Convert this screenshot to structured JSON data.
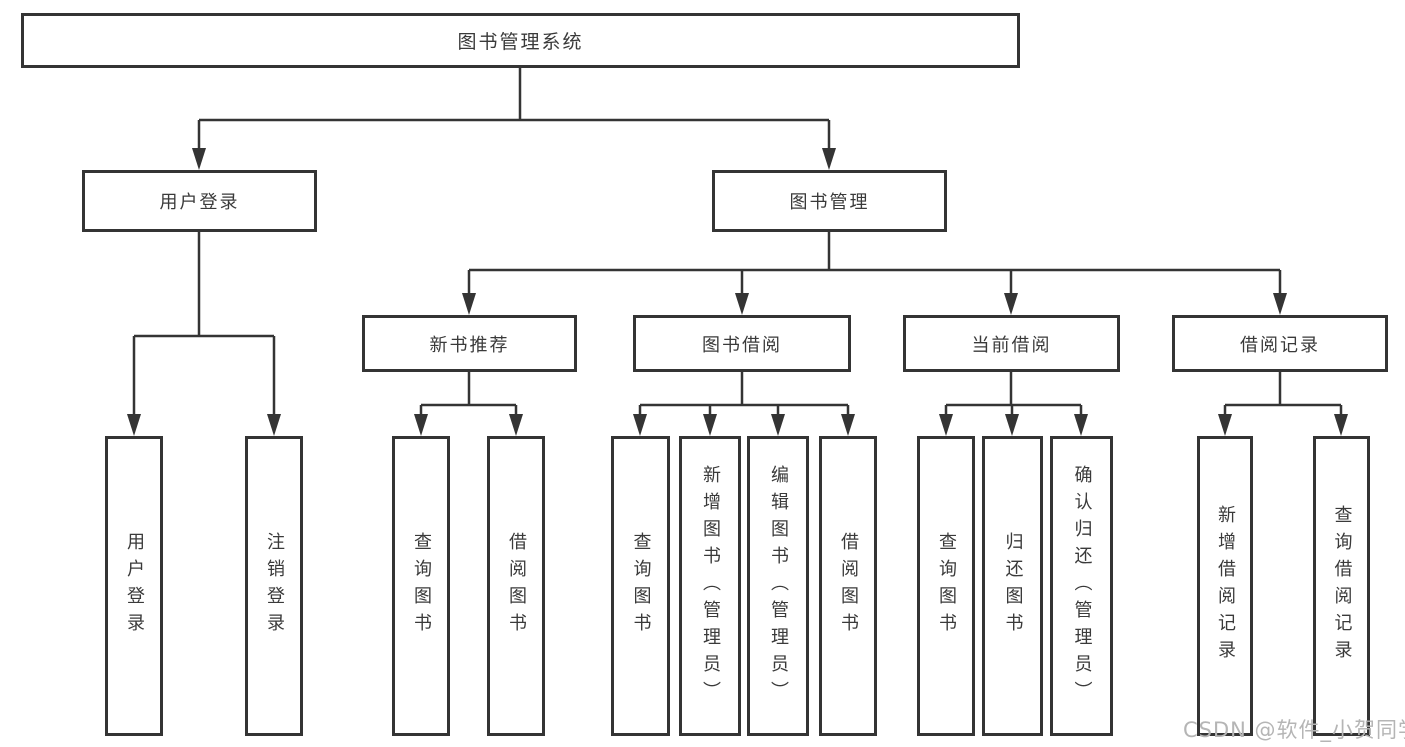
{
  "colors": {
    "line": "#343434",
    "text": "#3a3a3a",
    "watermark": "#b5b5b5",
    "background": "#ffffff"
  },
  "watermark": "CSDN @软件_小贺同学",
  "diagram": {
    "type": "hierarchy-tree",
    "root": "图书管理系统",
    "children": [
      {
        "label": "用户登录",
        "children": [
          "用户登录",
          "注销登录"
        ]
      },
      {
        "label": "图书管理",
        "children": [
          {
            "label": "新书推荐",
            "children": [
              "查询图书",
              "借阅图书"
            ]
          },
          {
            "label": "图书借阅",
            "children": [
              "查询图书",
              "新增图书（管理员）",
              "编辑图书（管理员）",
              "借阅图书"
            ]
          },
          {
            "label": "当前借阅",
            "children": [
              "查询图书",
              "归还图书",
              "确认归还（管理员）"
            ]
          },
          {
            "label": "借阅记录",
            "children": [
              "新增借阅记录",
              "查询借阅记录"
            ]
          }
        ]
      }
    ]
  }
}
